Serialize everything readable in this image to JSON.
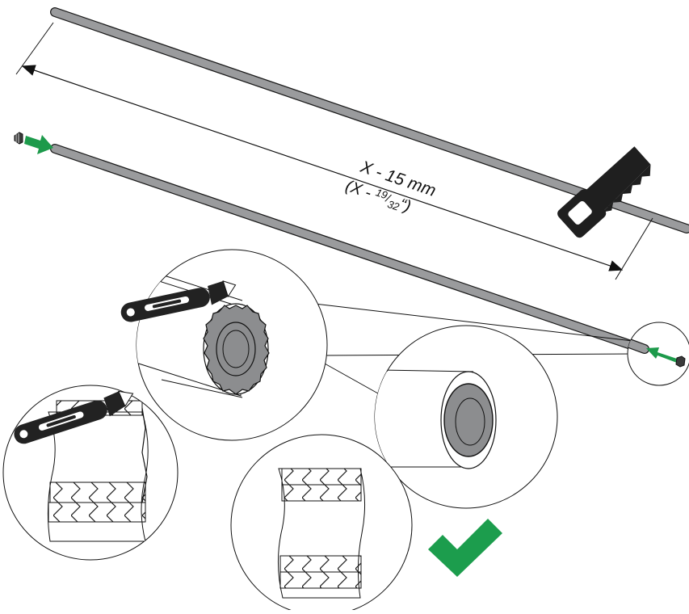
{
  "dimension": {
    "main": "X - 15 mm",
    "alt_prefix": "(X - ",
    "alt_num": "19",
    "alt_den": "32",
    "alt_suffix": "“)"
  },
  "colors": {
    "rod": "#9a9b9d",
    "rod_stroke": "#1a1a1a",
    "arrow_green": "#1d9a4b",
    "check_green": "#1c9d4d",
    "cutter_dark": "#222222",
    "face_grey": "#8c8d8f",
    "hatch_stroke": "#1a1a1a"
  },
  "icons": {
    "saw": "hand-saw-icon",
    "cutter": "utility-knife-icon",
    "check": "checkmark-icon",
    "insert_arrow": "green-arrow-icon",
    "end_cap": "threaded-insert-icon"
  }
}
